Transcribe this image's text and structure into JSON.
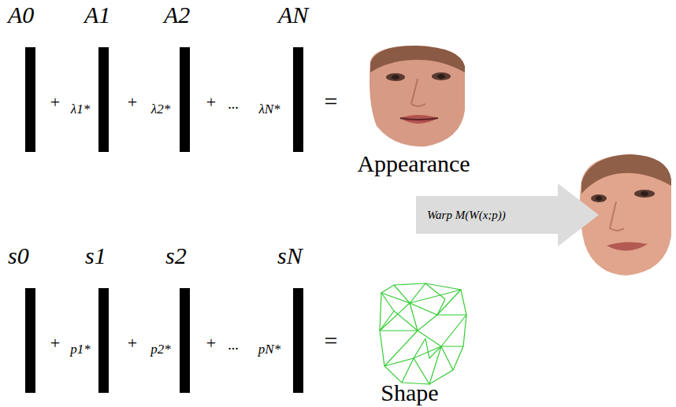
{
  "diagram": {
    "nodes": [
      {
        "text": [
          "A0"
        ]
      },
      {
        "text": [
          "A1"
        ]
      },
      {
        "text": [
          "A2"
        ]
      },
      {
        "text": [
          "AN"
        ]
      },
      {
        "text": [
          "Warp M(W(x;p))"
        ]
      },
      {
        "text": [
          "s0"
        ]
      },
      {
        "text": [
          "s1"
        ]
      },
      {
        "text": [
          "s2"
        ]
      },
      {
        "text": [
          "sN"
        ]
      }
    ],
    "labels": [
      "+",
      "λ1*",
      "+",
      "λ2*",
      "+",
      "...",
      "λN*",
      "=",
      "Appearance",
      "+",
      "p1*",
      "+",
      "p2*",
      "+",
      "...",
      "pN*",
      "=",
      "Shape"
    ]
  }
}
